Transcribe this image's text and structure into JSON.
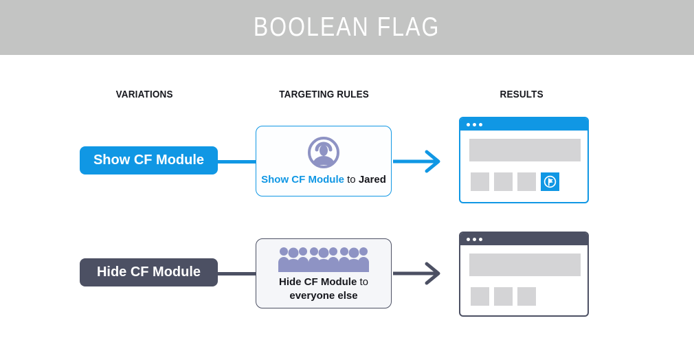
{
  "header": {
    "title": "BOOLEAN FLAG"
  },
  "columns": {
    "variations": "VARIATIONS",
    "targeting_rules": "TARGETING RULES",
    "results": "RESULTS"
  },
  "rows": [
    {
      "id": "show",
      "variation_label": "Show CF Module",
      "rule": {
        "icon": "user-in-circle-icon",
        "action": "Show CF Module",
        "connector": "to",
        "target": "Jared"
      },
      "result": {
        "window_accent": "#1097e4",
        "titlebar_dots": 3,
        "banner_placeholder": true,
        "gray_squares": 3,
        "flag_module_visible": true
      }
    },
    {
      "id": "hide",
      "variation_label": "Hide CF Module",
      "rule": {
        "icon": "crowd-icon",
        "action": "Hide CF Module",
        "connector": "to",
        "target": "everyone else"
      },
      "result": {
        "window_accent": "#4c5063",
        "titlebar_dots": 3,
        "banner_placeholder": true,
        "gray_squares": 3,
        "flag_module_visible": false
      }
    }
  ],
  "colors": {
    "accent_blue": "#1097e4",
    "dark_slate": "#4c5063",
    "icon_purple": "#8e93c4",
    "header_gray": "#c3c4c3",
    "placeholder_gray": "#d4d4d6",
    "text_dark": "#15161c"
  }
}
